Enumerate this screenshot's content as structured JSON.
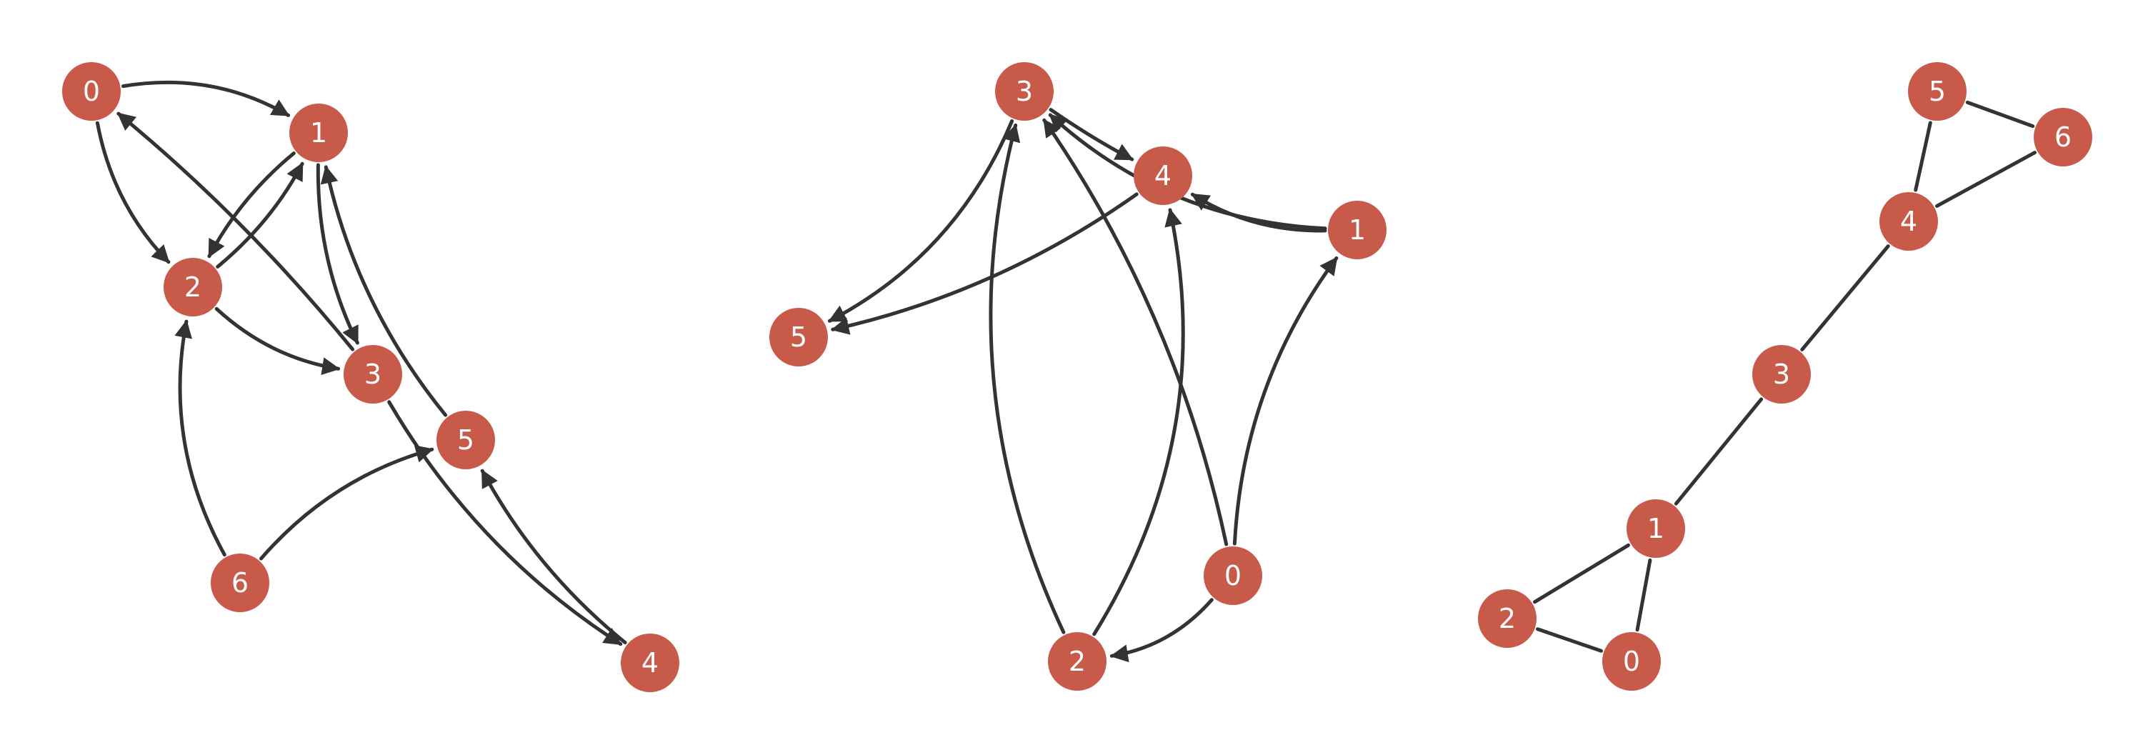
{
  "colors": {
    "node": "#c85a4a",
    "edge": "#333333",
    "label": "#ffffff"
  },
  "graphs": [
    {
      "name": "left",
      "directed": true,
      "nodes": [
        {
          "id": "0",
          "label": "0"
        },
        {
          "id": "1",
          "label": "1"
        },
        {
          "id": "2",
          "label": "2"
        },
        {
          "id": "3",
          "label": "3"
        },
        {
          "id": "4",
          "label": "4"
        },
        {
          "id": "5",
          "label": "5"
        },
        {
          "id": "6",
          "label": "6"
        }
      ],
      "edges": [
        {
          "from": "0",
          "to": "1"
        },
        {
          "from": "0",
          "to": "2"
        },
        {
          "from": "3",
          "to": "0"
        },
        {
          "from": "1",
          "to": "2"
        },
        {
          "from": "2",
          "to": "1"
        },
        {
          "from": "1",
          "to": "3"
        },
        {
          "from": "2",
          "to": "3"
        },
        {
          "from": "6",
          "to": "2"
        },
        {
          "from": "6",
          "to": "5"
        },
        {
          "from": "5",
          "to": "1"
        },
        {
          "from": "3",
          "to": "4"
        },
        {
          "from": "4",
          "to": "5"
        }
      ]
    },
    {
      "name": "middle",
      "directed": true,
      "nodes": [
        {
          "id": "0",
          "label": "0"
        },
        {
          "id": "1",
          "label": "1"
        },
        {
          "id": "2",
          "label": "2"
        },
        {
          "id": "3",
          "label": "3"
        },
        {
          "id": "4",
          "label": "4"
        },
        {
          "id": "5",
          "label": "5"
        }
      ],
      "edges": [
        {
          "from": "3",
          "to": "5"
        },
        {
          "from": "4",
          "to": "5"
        },
        {
          "from": "1",
          "to": "3"
        },
        {
          "from": "1",
          "to": "4"
        },
        {
          "from": "3",
          "to": "4"
        },
        {
          "from": "2",
          "to": "3"
        },
        {
          "from": "2",
          "to": "4"
        },
        {
          "from": "0",
          "to": "3"
        },
        {
          "from": "0",
          "to": "1"
        },
        {
          "from": "0",
          "to": "2"
        }
      ]
    },
    {
      "name": "right",
      "directed": false,
      "nodes": [
        {
          "id": "0",
          "label": "0"
        },
        {
          "id": "1",
          "label": "1"
        },
        {
          "id": "2",
          "label": "2"
        },
        {
          "id": "3",
          "label": "3"
        },
        {
          "id": "4",
          "label": "4"
        },
        {
          "id": "5",
          "label": "5"
        },
        {
          "id": "6",
          "label": "6"
        }
      ],
      "edges": [
        {
          "from": "5",
          "to": "6"
        },
        {
          "from": "5",
          "to": "4"
        },
        {
          "from": "4",
          "to": "6"
        },
        {
          "from": "4",
          "to": "3"
        },
        {
          "from": "3",
          "to": "1"
        },
        {
          "from": "1",
          "to": "2"
        },
        {
          "from": "1",
          "to": "0"
        },
        {
          "from": "2",
          "to": "0"
        }
      ]
    }
  ]
}
